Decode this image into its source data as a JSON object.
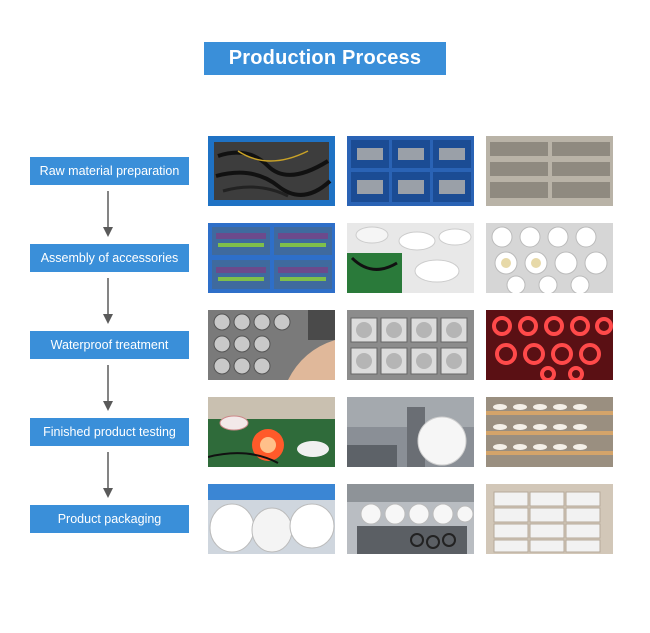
{
  "title": "Production Process",
  "steps": [
    {
      "label": "Raw material preparation",
      "photos": [
        "black wire harnesses in blue crate",
        "blue trays of small components",
        "gray metal sheets of parts"
      ]
    },
    {
      "label": "Assembly of accessories",
      "photos": [
        "wired light boards in blue trays",
        "white light bodies with cables",
        "white round lamps with LED boards"
      ]
    },
    {
      "label": "Waterproof treatment",
      "photos": [
        "lamp faces being sealed by hand",
        "rows of lamps in drying racks",
        "red glowing LED rings"
      ]
    },
    {
      "label": "Finished product testing",
      "photos": [
        "lamp under test glowing red",
        "lamp on testing rig",
        "lamps burning in on testing racks"
      ]
    },
    {
      "label": "Product packaging",
      "photos": [
        "white lamps stacked for packing",
        "lamps on packing table",
        "stacked white product boxes"
      ]
    }
  ],
  "colors": {
    "accent": "#3a8fd9",
    "arrow": "#5a5a5a"
  }
}
